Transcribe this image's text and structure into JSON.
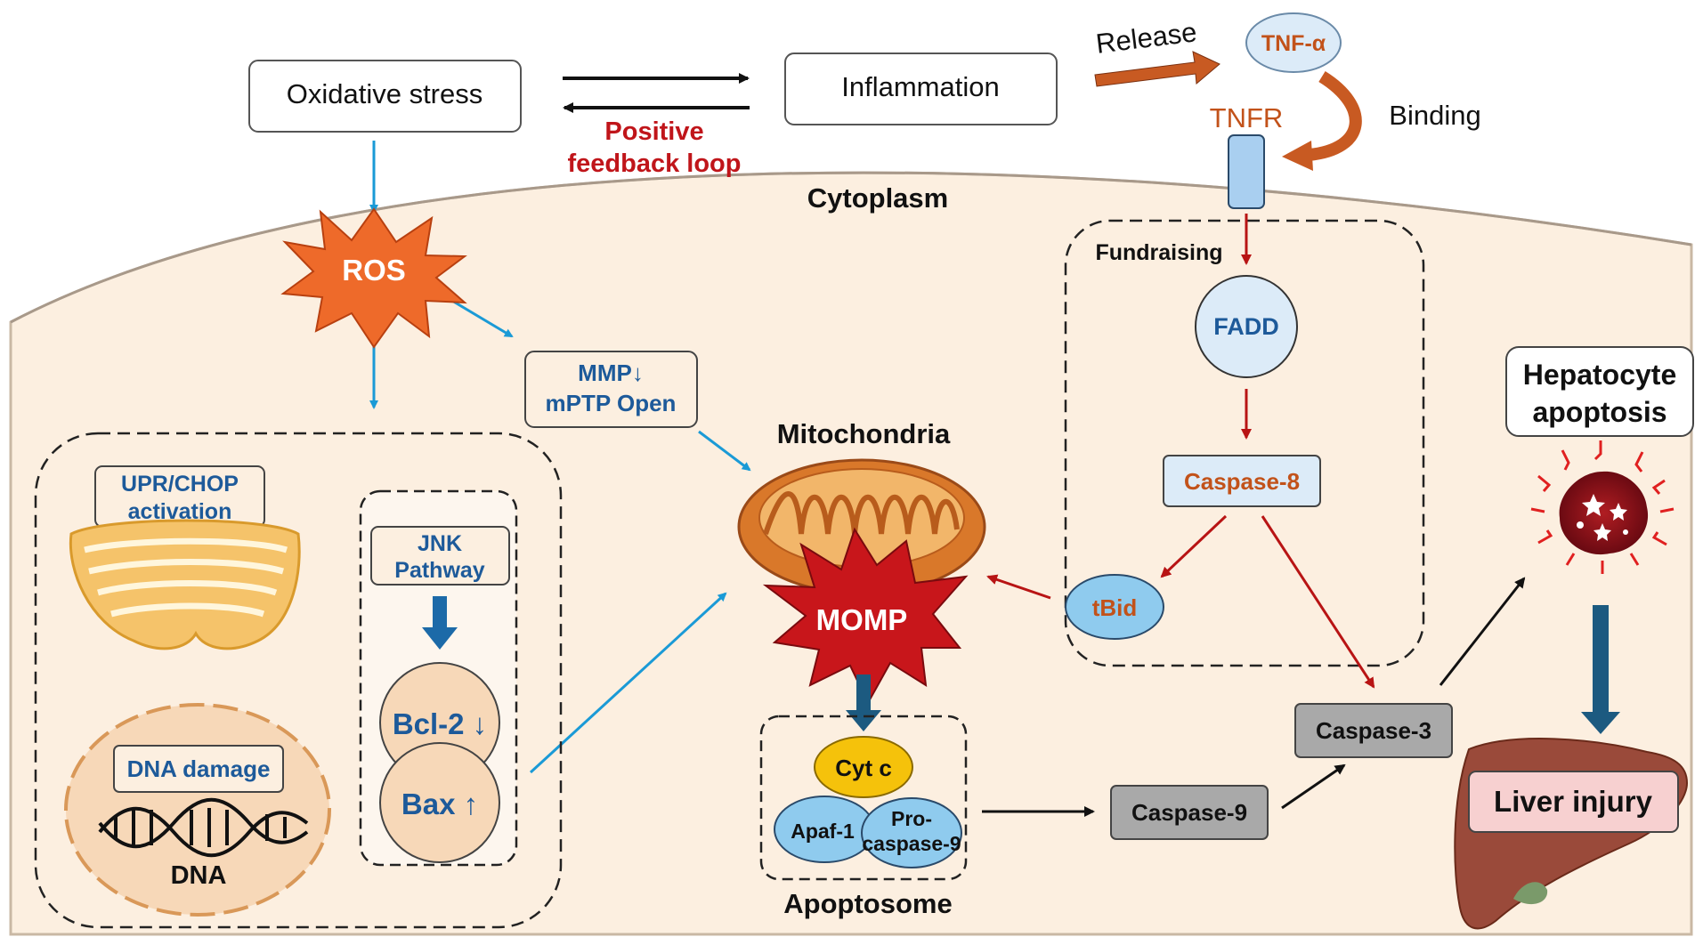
{
  "diagram": {
    "top": {
      "oxidative_stress": "Oxidative stress",
      "inflammation": "Inflammation",
      "feedback_line1": "Positive",
      "feedback_line2": "feedback loop",
      "release": "Release",
      "tnf_alpha": "TNF-α",
      "tnfr": "TNFR",
      "binding": "Binding",
      "cytoplasm": "Cytoplasm"
    },
    "ros": "ROS",
    "mmp": {
      "line1": "MMP↓",
      "line2": "mPTP Open"
    },
    "stress_box": {
      "upr_line1": "UPR/CHOP",
      "upr_line2": "activation",
      "jnk_line1": "JNK",
      "jnk_line2": "Pathway",
      "bcl2": "Bcl-2 ↓",
      "bax": "Bax ↑",
      "dna_damage": "DNA damage",
      "dna": "DNA"
    },
    "mito": {
      "title": "Mitochondria",
      "momp": "MOMP",
      "cyt_c": "Cyt c",
      "apaf1": "Apaf-1",
      "procasp_line1": "Pro-",
      "procasp_line2": "caspase-9",
      "apoptosome": "Apoptosome"
    },
    "extrinsic": {
      "fundraising": "Fundraising",
      "fadd": "FADD",
      "caspase8": "Caspase-8",
      "tbid": "tBid"
    },
    "caspases": {
      "caspase9": "Caspase-9",
      "caspase3": "Caspase-3"
    },
    "outcome": {
      "hepatocyte_line1": "Hepatocyte",
      "hepatocyte_line2": "apoptosis",
      "liver_injury": "Liver injury"
    },
    "colors": {
      "cell_fill": "#fcefe0",
      "blue_arrow": "#1a9ad6",
      "red_arrow": "#b81414",
      "dark_red_text": "#c0151a",
      "orange_text": "#c2521a",
      "blue_text": "#1d5a9a",
      "ros_orange": "#ee6a2a",
      "momp_red": "#c8161b",
      "cyt_c_yellow": "#f5c20b",
      "light_blue": "#8fcbee",
      "caspase_grey": "#a9a9a9",
      "liver_brown": "#9a4a3a",
      "dark_blue_arrow": "#1c5a80"
    }
  }
}
